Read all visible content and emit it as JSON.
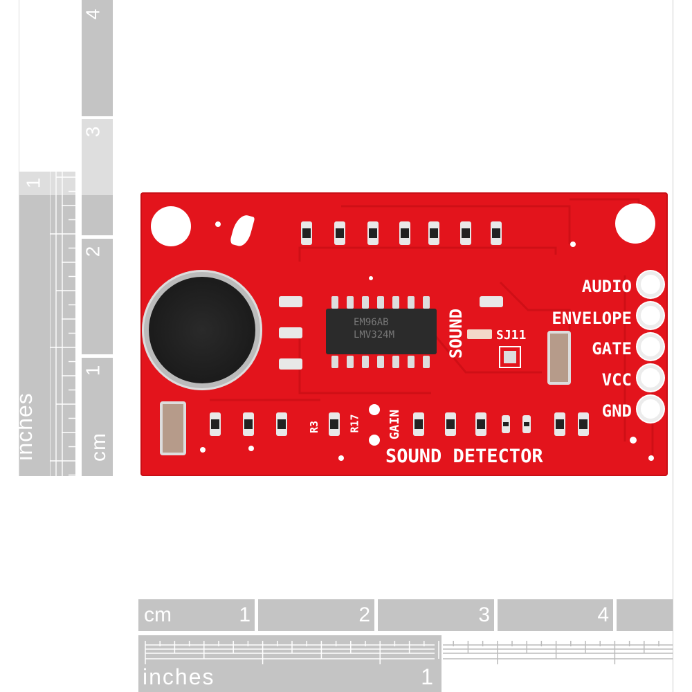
{
  "left_rulers": {
    "inches": {
      "unit_label": "inches",
      "marks": [
        "1"
      ]
    },
    "cm": {
      "unit_label": "cm",
      "marks": [
        "1",
        "2",
        "3",
        "4"
      ]
    }
  },
  "bottom_rulers": {
    "cm": {
      "unit_label": "cm",
      "marks": [
        "1",
        "2",
        "3",
        "4"
      ]
    },
    "inches": {
      "unit_label": "inches",
      "marks": [
        "1"
      ]
    }
  },
  "board": {
    "title": "SOUND DETECTOR",
    "sound_label": "SOUND",
    "jumper_label": "SJ11",
    "gain_label": "GAIN",
    "r3_label": "R3",
    "r17_label": "R17",
    "chip_text": [
      "EM96AB",
      "LMV324M"
    ],
    "pins": [
      "AUDIO",
      "ENVELOPE",
      "GATE",
      "VCC",
      "GND"
    ],
    "colors": {
      "pcb": "#e3141c",
      "ruler": "#c4c4c4"
    }
  }
}
